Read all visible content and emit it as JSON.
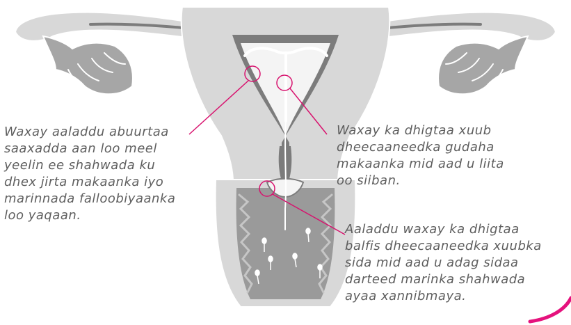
{
  "colors": {
    "tissue_light": "#d8d8d8",
    "tissue_dark": "#a6a6a6",
    "tube_dark": "#7c7c7c",
    "canal": "#f4f4f4",
    "vagina_inner": "#9a9a9a",
    "outline": "#ffffff",
    "pointer": "#d8126e",
    "text": "#5e5e5e"
  },
  "callouts": {
    "left": [
      "Waxay aaladdu abuurtaa",
      "saaxadda aan loo meel",
      "yeelin ee shahwada ku",
      "dhex jirta makaanka iyo",
      "marinnada falloobiyaanka",
      "loo yaqaan."
    ],
    "right": [
      "Waxay ka dhigtaa xuub",
      "dheecaaneedka gudaha",
      "makaanka mid aad u liita",
      "oo siiban."
    ],
    "bottom": [
      "Aaladdu waxay ka dhigtaa",
      "balfis dheecaaneedka xuubka",
      "sida mid aad u adag sidaa",
      "darteed marinka shahwada",
      "ayaa xannibmaya."
    ]
  }
}
